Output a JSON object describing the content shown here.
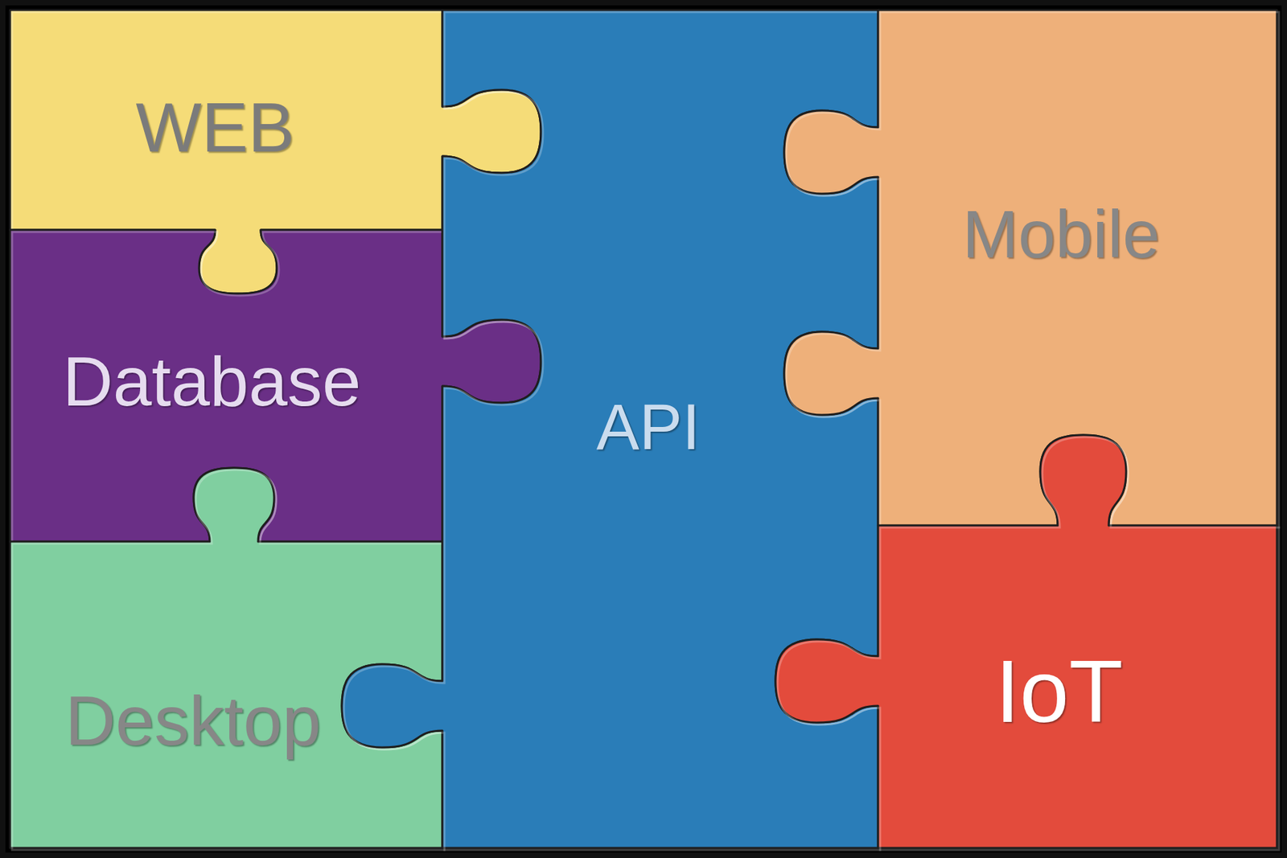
{
  "diagram": {
    "nodes": [
      {
        "text": [
          "WEB"
        ]
      },
      {
        "text": [
          "Database"
        ]
      },
      {
        "text": [
          "Desktop"
        ]
      },
      {
        "text": [
          "API"
        ]
      },
      {
        "text": [
          "Mobile"
        ]
      },
      {
        "text": [
          "IoT"
        ]
      }
    ]
  }
}
